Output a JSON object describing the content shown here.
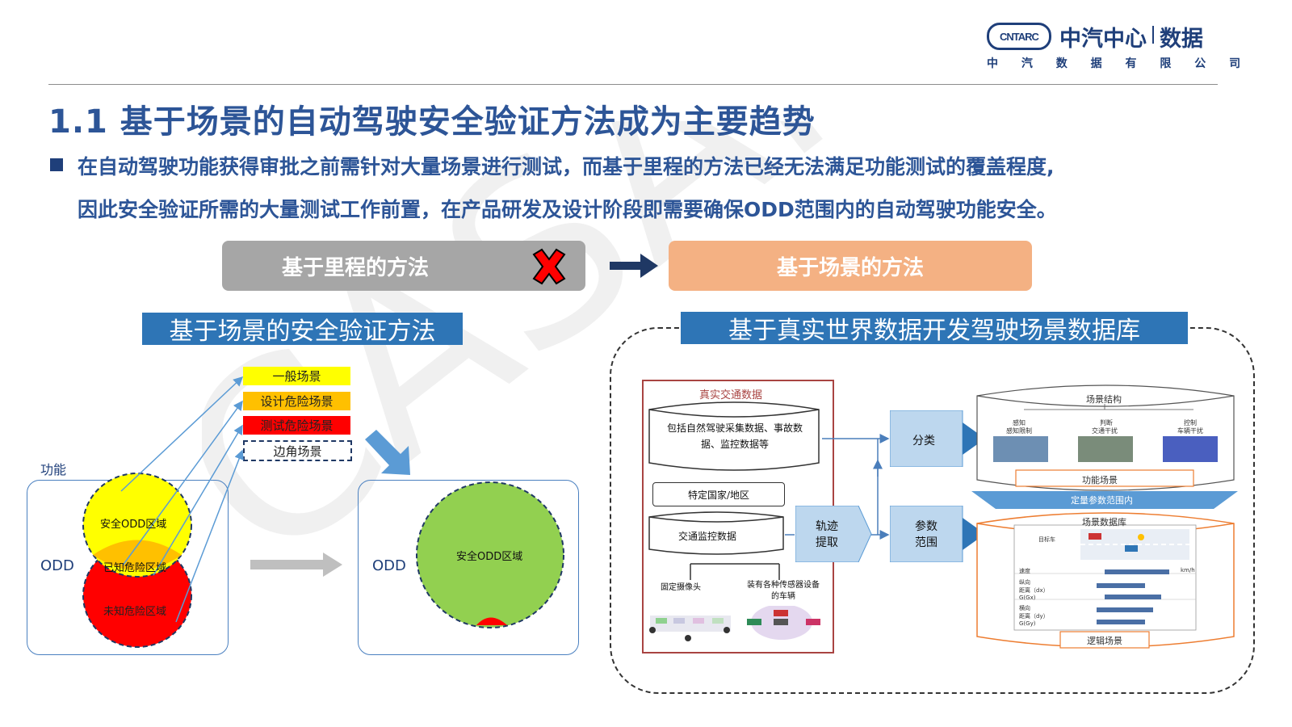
{
  "header": {
    "logo_mark": "CNTARC",
    "company_name": "中汽中心",
    "company_suffix": "数据",
    "company_full": "中 汽 数 据 有 限 公 司"
  },
  "title": "1.1  基于场景的自动驾驶安全验证方法成为主要趋势",
  "bullet": {
    "line1": "在自动驾驶功能获得审批之前需针对大量场景进行测试，而基于里程的方法已经无法满足功能测试的覆盖程度,",
    "line2": "因此安全验证所需的大量测试工作前置，在产品研发及设计阶段即需要确保ODD范围内的自动驾驶功能安全。"
  },
  "compare": {
    "mileage_method": "基于里程的方法",
    "scenario_method": "基于场景的方法"
  },
  "left_section": {
    "heading": "基于场景的安全验证方法",
    "function_label": "功能",
    "odd_left": "ODD",
    "odd_right": "ODD",
    "tags": [
      "一般场景",
      "设计危险场景",
      "测试危险场景",
      "边角场景"
    ],
    "safe_odd": "安全ODD区域",
    "known_risk": "已知危险区域",
    "unknown_risk": "未知危险区域",
    "safe_odd_after": "安全ODD区域",
    "colors": {
      "yellow": "#ffff00",
      "orange": "#ffc000",
      "red": "#ff0000",
      "green": "#92d050"
    }
  },
  "right_section": {
    "heading": "基于真实世界数据开发驾驶场景数据库",
    "real_data_title": "真实交通数据",
    "natural_data": "包括自然驾驶采集数据、事故数据、监控数据等",
    "region": "特定国家/地区",
    "monitor_data": "交通监控数据",
    "fixed_camera": "固定摄像头",
    "sensor_vehicle": "装有各种传感器设备的车辆",
    "trajectory": "轨迹提取",
    "classify": "分类",
    "params": "参数范围",
    "scene_structure": "场景结构",
    "perception": "感知",
    "perception_sub": "感知限制",
    "decision": "判断",
    "decision_sub": "交通干扰",
    "control": "控制",
    "control_sub": "车辆干扰",
    "functional_scene": "功能场景",
    "quant_range": "定量参数范围内",
    "scene_db": "场景数据库",
    "logic_scene": "逻辑场景",
    "speed": "速度",
    "lon_gap": "纵向",
    "lon_gap2": "距离（dx）",
    "lon_g": "G(Gx)",
    "lat_gap": "横向",
    "lat_gap2": "距离（dy）",
    "lat_g": "G(Gy)",
    "unit": "km/h",
    "target_vehicle": "目标车"
  },
  "watermark": "CASAM"
}
